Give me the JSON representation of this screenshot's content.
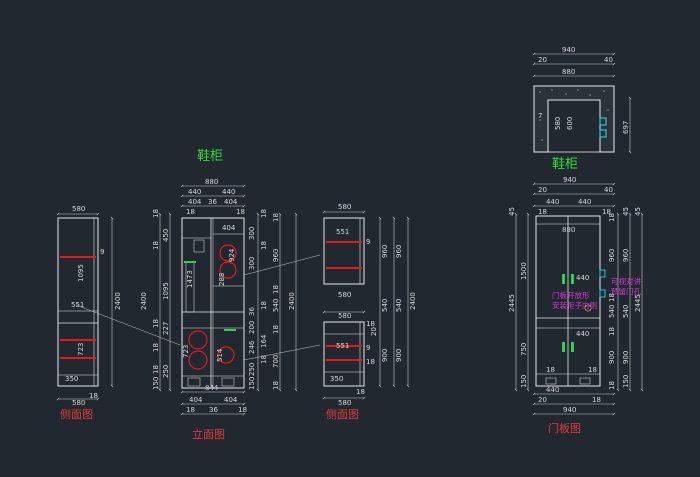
{
  "colors": {
    "background": "#212830",
    "outline": "#e6e6e6",
    "dimension": "#c9c9c9",
    "red": "#e01b1b",
    "green": "#2fd14a",
    "cyan": "#1fc9d8",
    "magenta": "#d23ad6",
    "label_red": "#e23b3b",
    "title_green": "#33dd33"
  },
  "titles": {
    "shoe_cabinet_center": "鞋柜",
    "shoe_cabinet_right": "鞋柜",
    "side_view_left": "侧面图",
    "elevation": "立面图",
    "side_view_right": "侧面图",
    "door_panel": "门板图"
  },
  "annotations": {
    "mag_line1": "门板开放形",
    "mag_line2": "安装柜子内侧",
    "mag_line3": "可视对讲",
    "mag_line4": "预留门孔"
  },
  "dims": {
    "lw": "580",
    "lb": "580",
    "lv": "2400",
    "l_h1": "1095",
    "l_551": "551",
    "l_723": "723",
    "l_350": "350",
    "l_18": "18",
    "l_9": "9",
    "c_880": "880",
    "c_440a": "440",
    "c_440b": "440",
    "c_404a": "404",
    "c_36a": "36",
    "c_404b": "404",
    "c_18a": "18",
    "c_18b": "18",
    "c_404c": "404",
    "c_844": "844",
    "c_404d": "404",
    "c_404e": "404",
    "c_18c": "18",
    "c_36b": "36",
    "c_18d": "18",
    "c_l18": "18",
    "c_l450": "450",
    "c_l18b": "18",
    "c_l1095": "1095",
    "c_l2400": "2400",
    "c_l18c": "18",
    "c_l227": "227",
    "c_l18d": "18",
    "c_l18e": "18",
    "c_l150": "150",
    "c_l250": "250",
    "c_l723": "723",
    "c_i1473": "1473",
    "c_i924": "924",
    "c_i288": "288",
    "c_i514": "514",
    "c_r300": "300",
    "c_r18a": "18",
    "c_r300b": "300",
    "c_r18b": "18",
    "c_r36": "36",
    "c_r18c": "18",
    "c_r200": "200",
    "c_r246": "246",
    "c_r164": "164",
    "c_r18d": "18",
    "c_r250": "250",
    "c_r150": "150",
    "c_o18a": "18",
    "c_o960": "960",
    "c_o18b": "18",
    "c_o540": "540",
    "c_o18c": "18",
    "c_o700": "700",
    "c_o18d": "18",
    "c_o2400": "2400",
    "s_580a": "580",
    "s_580b": "580",
    "s_580c": "580",
    "s_580d": "580",
    "s_551a": "551",
    "s_551b": "551",
    "s_350": "350",
    "s_9a": "9",
    "s_9b": "9",
    "s_18a": "18",
    "s_18b": "18",
    "s_18c": "18",
    "s_960": "960",
    "s_960b": "960",
    "s_540": "540",
    "s_540b": "540",
    "s_900": "900",
    "s_900b": "900",
    "s_2400": "2400",
    "s_20": "20",
    "d_940": "940",
    "d_20": "20",
    "d_40": "40",
    "d_880": "880",
    "d_18a": "18",
    "d_18b": "18",
    "d_440a": "440",
    "d_440b": "440",
    "d_18c": "18",
    "d_18d": "18",
    "d_440c": "440",
    "d_440d": "440",
    "d_440e": "440",
    "d_940b": "940",
    "d_20b": "20",
    "d_45a": "45",
    "d_45b": "45",
    "d_45c": "45",
    "d_2445": "2445",
    "d_2445b": "2445",
    "d_1500": "1500",
    "d_750": "750",
    "d_150": "150",
    "d_18e": "18",
    "d_18f": "18",
    "d_18g": "18",
    "d_18h": "18",
    "d_960a": "960",
    "d_960b": "960",
    "d_540a": "540",
    "d_540b": "540",
    "d_900a": "900",
    "d_900b": "900",
    "d_150b": "150",
    "d_18i": "18",
    "p_940": "940",
    "p_20": "20",
    "p_880": "880",
    "p_40": "40",
    "p_580": "580",
    "p_600": "600",
    "p_697": "697",
    "p_7": "7"
  }
}
